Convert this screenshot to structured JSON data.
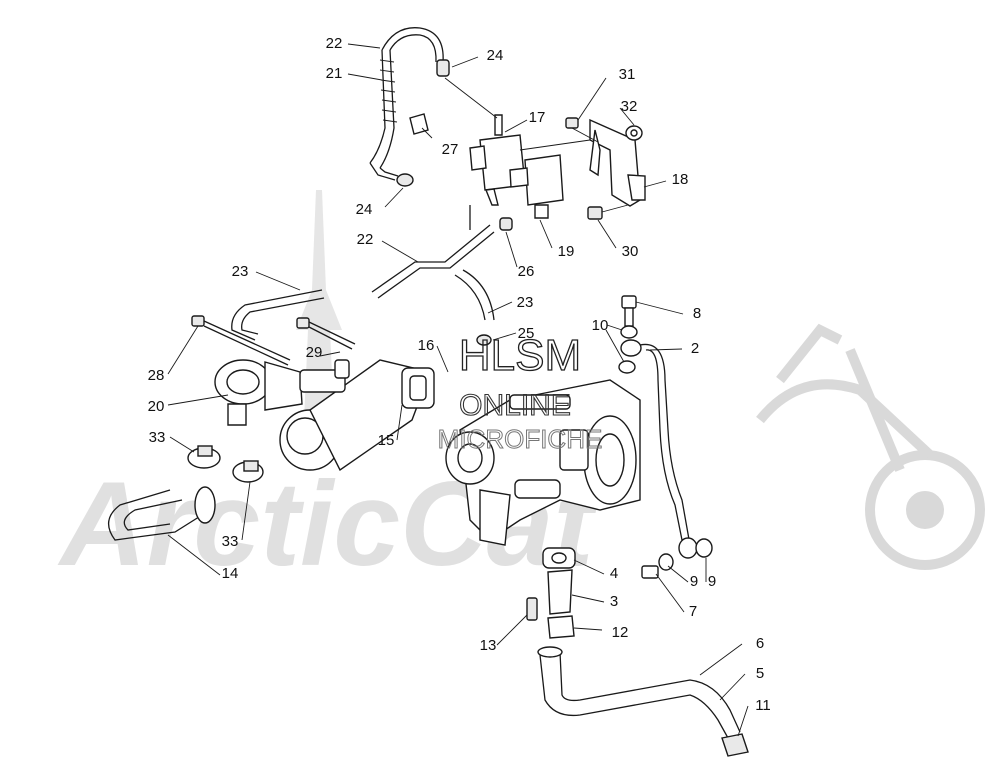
{
  "watermark": {
    "brand": "ArcticCat",
    "hlsm": "HLSM",
    "online": "ONLINE",
    "micro": "MICROFICHE"
  },
  "callouts": {
    "c2": "2",
    "c3": "3",
    "c4": "4",
    "c5": "5",
    "c6": "6",
    "c7": "7",
    "c8": "8",
    "c9": "9",
    "c10": "10",
    "c11": "11",
    "c12": "12",
    "c13": "13",
    "c14": "14",
    "c15": "15",
    "c16": "16",
    "c17": "17",
    "c18": "18",
    "c19": "19",
    "c20": "20",
    "c21": "21",
    "c22": "22",
    "c23": "23",
    "c24": "24",
    "c25": "25",
    "c26": "26",
    "c27": "27",
    "c28": "28",
    "c29": "29",
    "c30": "30",
    "c31": "31",
    "c32": "32",
    "c33": "33"
  }
}
